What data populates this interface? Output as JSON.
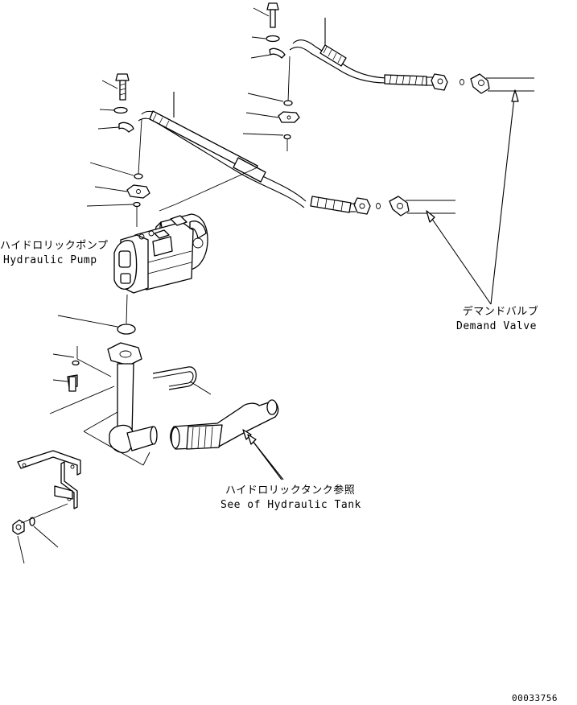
{
  "labels": {
    "hydraulic_pump_jp": "ハイドロリックポンプ",
    "hydraulic_pump_en": "Hydraulic Pump",
    "demand_valve_jp": "デマンドバルブ",
    "demand_valve_en": "Demand Valve",
    "tank_ref_jp": "ハイドロリックタンク参照",
    "tank_ref_en": "See of Hydraulic Tank"
  },
  "drawing_number": "00033756"
}
